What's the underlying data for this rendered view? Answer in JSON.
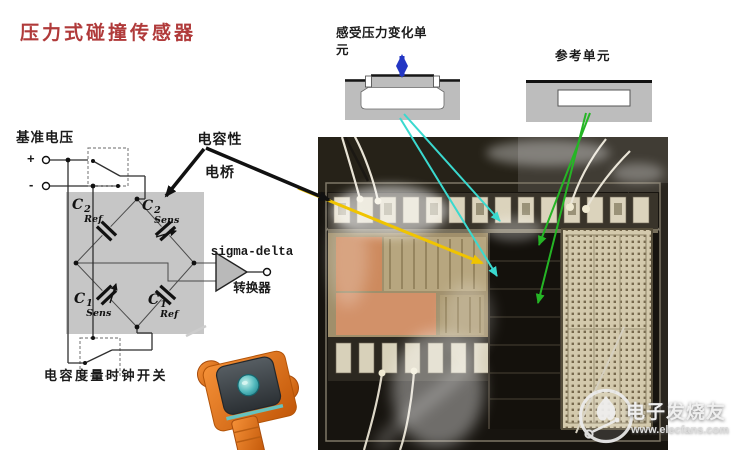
{
  "title": {
    "text": "压力式碰撞传感器"
  },
  "circuit": {
    "reference_voltage": "基准电压",
    "plus": "+",
    "minus": "-",
    "bridge_label1": "电容性",
    "bridge_label2": "电桥",
    "caps": [
      {
        "base": "C",
        "sup": "2",
        "sub": "Ref"
      },
      {
        "base": "C",
        "sup": "2",
        "sub": "Sens"
      },
      {
        "base": "C",
        "sup": "1",
        "sub": "Sens"
      },
      {
        "base": "C",
        "sup": "1",
        "sub": "Ref"
      }
    ],
    "converter_label1": "sigma-delta",
    "converter_label2": "转换器",
    "clock_switch_label": "电容度量时钟开关"
  },
  "units": {
    "pressure_label": "感受压力变化单元",
    "reference_label": "参考单元"
  },
  "watermark": {
    "brand": "电子发烧友",
    "site": "www.elecfans.com"
  },
  "colors": {
    "title_red": "#b03a3a",
    "panel_gray": "#c6c6c6",
    "yellow": "#f0c400",
    "cyan": "#3ad9cf",
    "green": "#25b525",
    "blue": "#2336c4",
    "orange": "#e8761e"
  }
}
